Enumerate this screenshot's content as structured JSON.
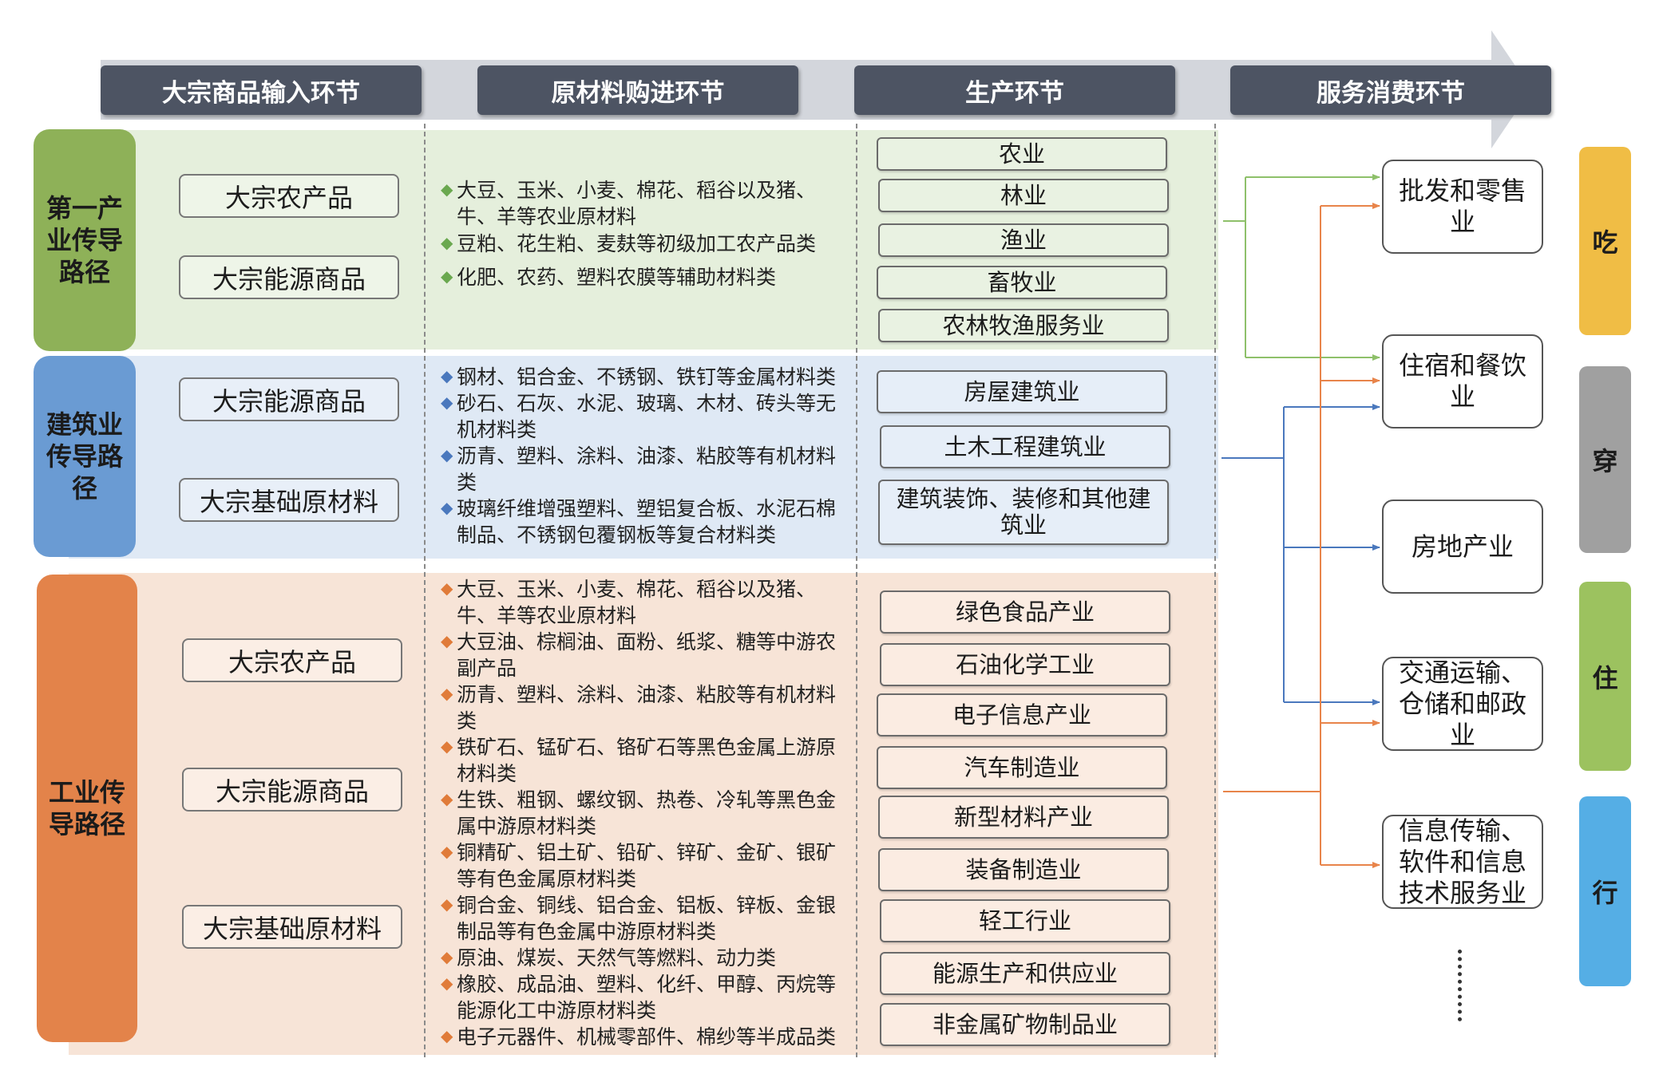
{
  "stages": [
    "大宗商品输入环节",
    "原材料购进环节",
    "生产环节",
    "服务消费环节"
  ],
  "paths": [
    {
      "label": "第一产业传导路径",
      "color": "#8eb158",
      "commodities": [
        "大宗农产品",
        "大宗能源商品"
      ],
      "materials": [
        "大豆、玉米、小麦、棉花、稻谷以及猪、牛、羊等农业原材料",
        "豆粕、花生粕、麦麸等初级加工农产品类",
        "化肥、农药、塑料农膜等辅助材料类"
      ],
      "production": [
        "农业",
        "林业",
        "渔业",
        "畜牧业",
        "农林牧渔服务业"
      ]
    },
    {
      "label": "建筑业传导路径",
      "color": "#6a9bd3",
      "commodities": [
        "大宗能源商品",
        "大宗基础原材料"
      ],
      "materials": [
        "钢材、铝合金、不锈钢、铁钉等金属材料类",
        "砂石、石灰、水泥、玻璃、木材、砖头等无机材料类",
        "沥青、塑料、涂料、油漆、粘胶等有机材料类",
        "玻璃纤维增强塑料、塑铝复合板、水泥石棉制品、不锈钢包覆钢板等复合材料类"
      ],
      "production": [
        "房屋建筑业",
        "土木工程建筑业",
        "建筑装饰、装修和其他建筑业"
      ]
    },
    {
      "label": "工业传导路径",
      "color": "#e3834a",
      "commodities": [
        "大宗农产品",
        "大宗能源商品",
        "大宗基础原材料"
      ],
      "materials": [
        "大豆、玉米、小麦、棉花、稻谷以及猪、牛、羊等农业原材料",
        "大豆油、棕榈油、面粉、纸浆、糖等中游农副产品",
        "沥青、塑料、涂料、油漆、粘胶等有机材料类",
        "铁矿石、锰矿石、铬矿石等黑色金属上游原材料类",
        "生铁、粗钢、螺纹钢、热卷、冷轧等黑色金属中游原材料类",
        "铜精矿、铝土矿、铅矿、锌矿、金矿、银矿等有色金属原材料类",
        "铜合金、铜线、铝合金、铝板、锌板、金银制品等有色金属中游原材料类",
        "原油、煤炭、天然气等燃料、动力类",
        "橡胶、成品油、塑料、化纤、甲醇、丙烷等能源化工中游原材料类",
        "电子元器件、机械零部件、棉纱等半成品类"
      ],
      "production": [
        "绿色食品产业",
        "石油化学工业",
        "电子信息产业",
        "汽车制造业",
        "新型材料产业",
        "装备制造业",
        "轻工行业",
        "能源生产和供应业",
        "非金属矿物制品业"
      ]
    }
  ],
  "services": [
    "批发和零售业",
    "住宿和餐饮业",
    "房地产业",
    "交通运输、仓储和邮政业",
    "信息传输、软件和信息技术服务业"
  ],
  "consumption": [
    {
      "label": "吃",
      "color": "#f0bd45"
    },
    {
      "label": "穿",
      "color": "#a0a0a0"
    },
    {
      "label": "住",
      "color": "#9cc25f"
    },
    {
      "label": "行",
      "color": "#55aee5"
    }
  ],
  "colors": {
    "arrow_green": "#8ec06a",
    "arrow_blue": "#4a78bd",
    "arrow_orange": "#e8844a",
    "stage_bg": "#4d5463",
    "big_arrow": "#d3d6dc"
  }
}
